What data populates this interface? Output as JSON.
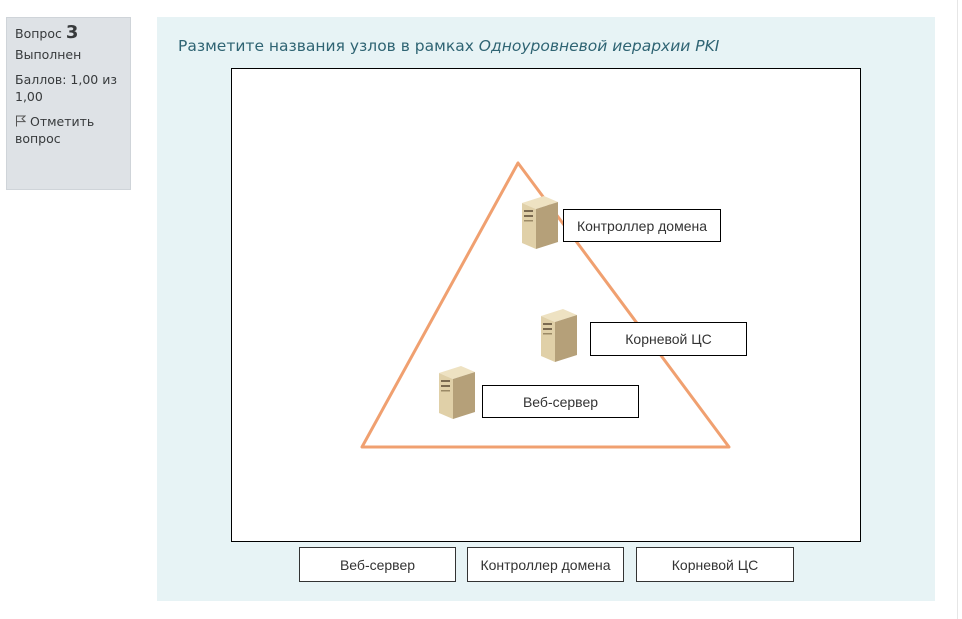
{
  "question_info": {
    "label": "Вопрос",
    "number": "3",
    "state": "Выполнен",
    "grade_line1": "Баллов: 1,00 из",
    "grade_line2": "1,00",
    "flag_icon": "flag-icon",
    "flag_line1": "Отметить",
    "flag_line2": "вопрос"
  },
  "question": {
    "text_prefix": "Разметите названия узлов в рамках ",
    "text_emphasis": "Одноуровневой иерархии PKI"
  },
  "diagram": {
    "server_icon": "server-icon",
    "triangle_color": "#f0a070",
    "placed_labels": [
      "Контроллер домена",
      "Корневой ЦС",
      "Веб-сервер"
    ]
  },
  "drag_items": [
    "Веб-сервер",
    "Контроллер домена",
    "Корневой ЦС"
  ]
}
